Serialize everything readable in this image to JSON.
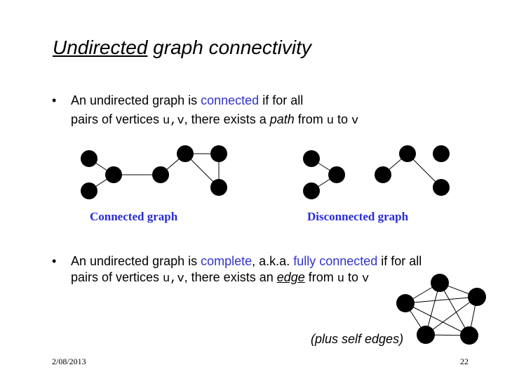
{
  "title": {
    "part1": "Undirected",
    "part2": " graph connectivity"
  },
  "bullet1": {
    "line1_a": "An undirected graph is ",
    "line1_b": "connected",
    "line1_c": " if for all",
    "line2_a": "pairs of vertices ",
    "line2_code": "u,v",
    "line2_b": ", there exists a ",
    "line2_c": "path",
    "line2_d": " from ",
    "line2_u": "u",
    "line2_e": " to ",
    "line2_v": "v"
  },
  "captions": {
    "connected": "Connected graph",
    "disconnected": "Disconnected graph"
  },
  "bullet2": {
    "line1_a": "An undirected graph is ",
    "line1_b": "complete",
    "line1_c": ", a.k.a. ",
    "line1_d": "fully connected",
    "line1_e": " if for all",
    "line2_a": "pairs of vertices ",
    "line2_code": "u,v",
    "line2_b": ", there exists an ",
    "line2_c": "edge",
    "line2_d": " from ",
    "line2_u": "u",
    "line2_e": " to ",
    "line2_v": "v"
  },
  "self_edges_note": "(plus self edges)",
  "footer": {
    "date": "2/08/2013",
    "page": "22"
  },
  "bullet_char": "•"
}
